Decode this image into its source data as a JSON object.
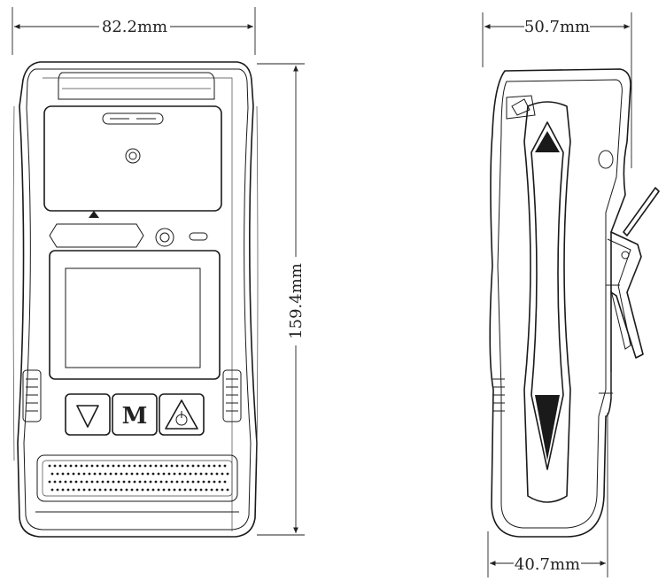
{
  "diagram": {
    "dimensions": {
      "front_width": "82.2mm",
      "front_height": "159.4mm",
      "side_depth_top": "50.7mm",
      "side_depth_bottom": "40.7mm"
    },
    "buttons": {
      "down": "▼",
      "menu": "M",
      "power": "⏻"
    },
    "colors": {
      "line": "#1a1a1a",
      "background": "#ffffff"
    }
  }
}
